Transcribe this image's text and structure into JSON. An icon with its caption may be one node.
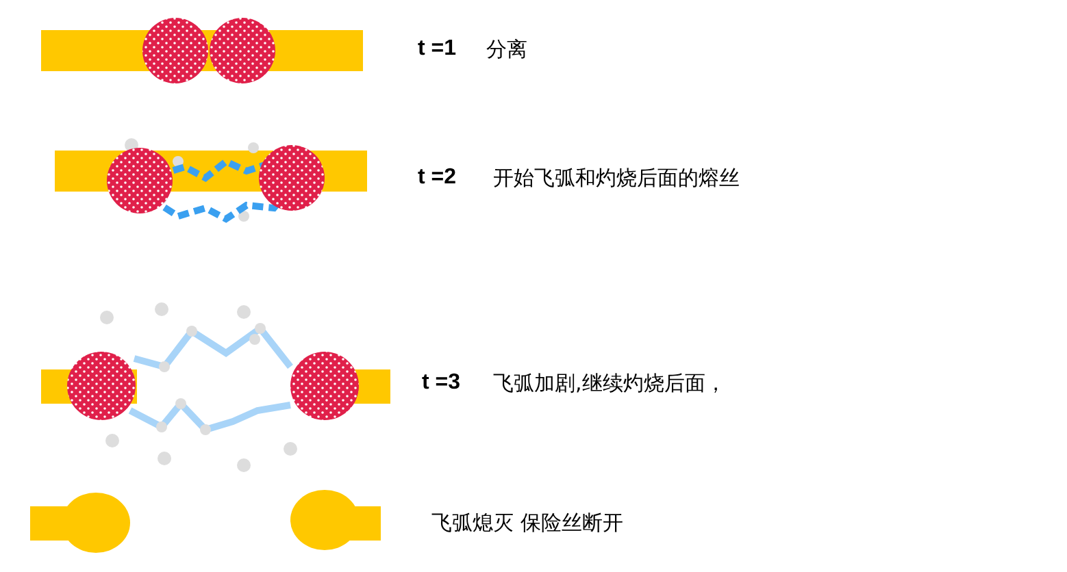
{
  "diagram": {
    "labels": [
      "t =1",
      "分离",
      "t =2",
      "开始飞弧和灼烧后面的熔丝",
      "t =3",
      "飞弧加剧,继续灼烧后面，",
      "飞弧熄灭 保险丝断开"
    ]
  }
}
